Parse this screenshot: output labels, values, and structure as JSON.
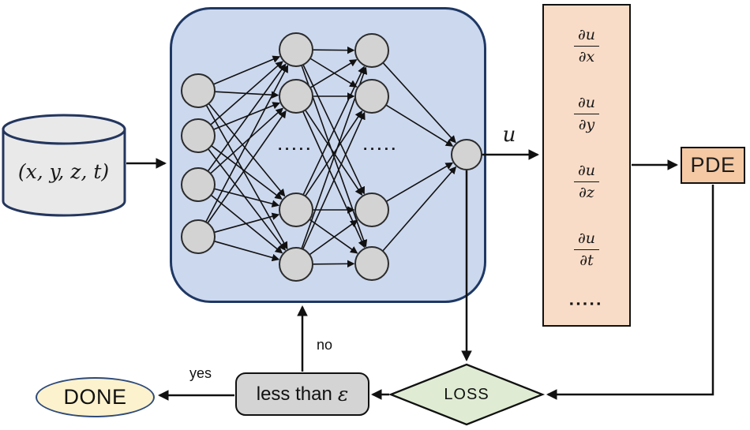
{
  "cylinder": {
    "label": "(x, y, z, t)"
  },
  "nn": {
    "dots_left": "▪▪▪▪▪",
    "dots_right": "▪▪▪▪▪"
  },
  "output": {
    "label": "u"
  },
  "derivative_stack": {
    "items": [
      {
        "num": "∂u",
        "den": "∂x"
      },
      {
        "num": "∂u",
        "den": "∂y"
      },
      {
        "num": "∂u",
        "den": "∂z"
      },
      {
        "num": "∂u",
        "den": "∂t"
      }
    ],
    "dots": "▪▪▪▪▪"
  },
  "pde": {
    "label": "PDE"
  },
  "loss": {
    "label": "LOSS"
  },
  "threshold": {
    "text": "less than",
    "symbol": "ε"
  },
  "done": {
    "label": "DONE"
  },
  "branch": {
    "yes": "yes",
    "no": "no"
  },
  "colors": {
    "network_fill": "#ccd8ee",
    "network_border": "#1f3864",
    "node_fill": "#d3d3d3",
    "node_border": "#2b2b2b",
    "derivatives_fill": "#f9dcc7",
    "pde_fill": "#f5c9a4",
    "loss_fill": "#dfecd3",
    "threshold_fill": "#d4d4d4",
    "done_fill": "#fcf2cd",
    "done_border": "#2e4a7a",
    "cylinder_fill": "#e9e9e9",
    "cylinder_border": "#24365e",
    "line": "#111111"
  }
}
